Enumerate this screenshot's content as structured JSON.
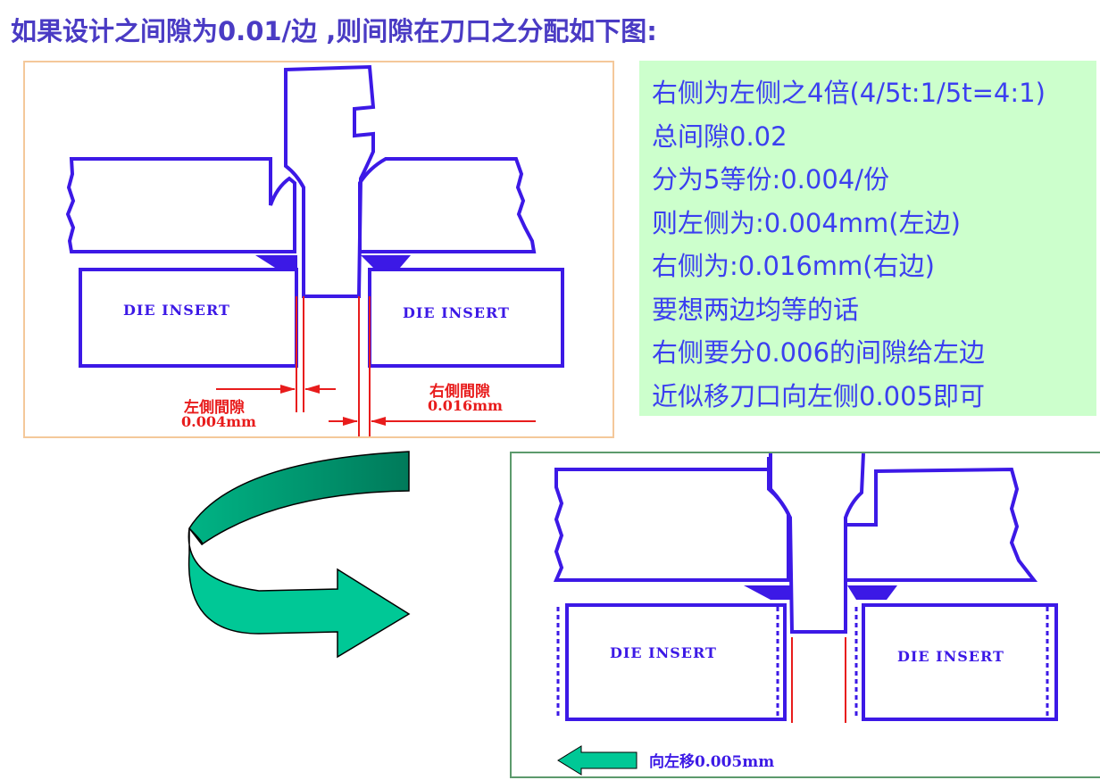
{
  "title": "如果设计之间隙为0.01/边 ,则间隙在刀口之分配如下图:",
  "notes": [
    "右侧为左侧之4倍(4/5t:1/5t=4:1)",
    "总间隙0.02",
    "分为5等份:0.004/份",
    "则左侧为:0.004mm(左边)",
    "右侧为:0.016mm(右边)",
    "要想两边均等的话",
    "右侧要分0.006的间隙给左边",
    "近似移刀口向左侧0.005即可"
  ],
  "diagram_top": {
    "left_insert_label": "DIE INSERT",
    "right_insert_label": "DIE INSERT",
    "left_gap_label": "左側間隙",
    "left_gap_value": "0.004mm",
    "right_gap_label": "右側間隙",
    "right_gap_value": "0.016mm"
  },
  "diagram_bottom": {
    "left_insert_label": "DIE INSERT",
    "right_insert_label": "DIE INSERT",
    "move_label": "向左移0.005mm"
  },
  "colors": {
    "outline": "#3c19e6",
    "dimension": "#e81c1c",
    "arrow": "#00c896",
    "title": "#4a3bc4",
    "note_bg": "#ccffcc",
    "note_text": "#3b3ff0"
  }
}
